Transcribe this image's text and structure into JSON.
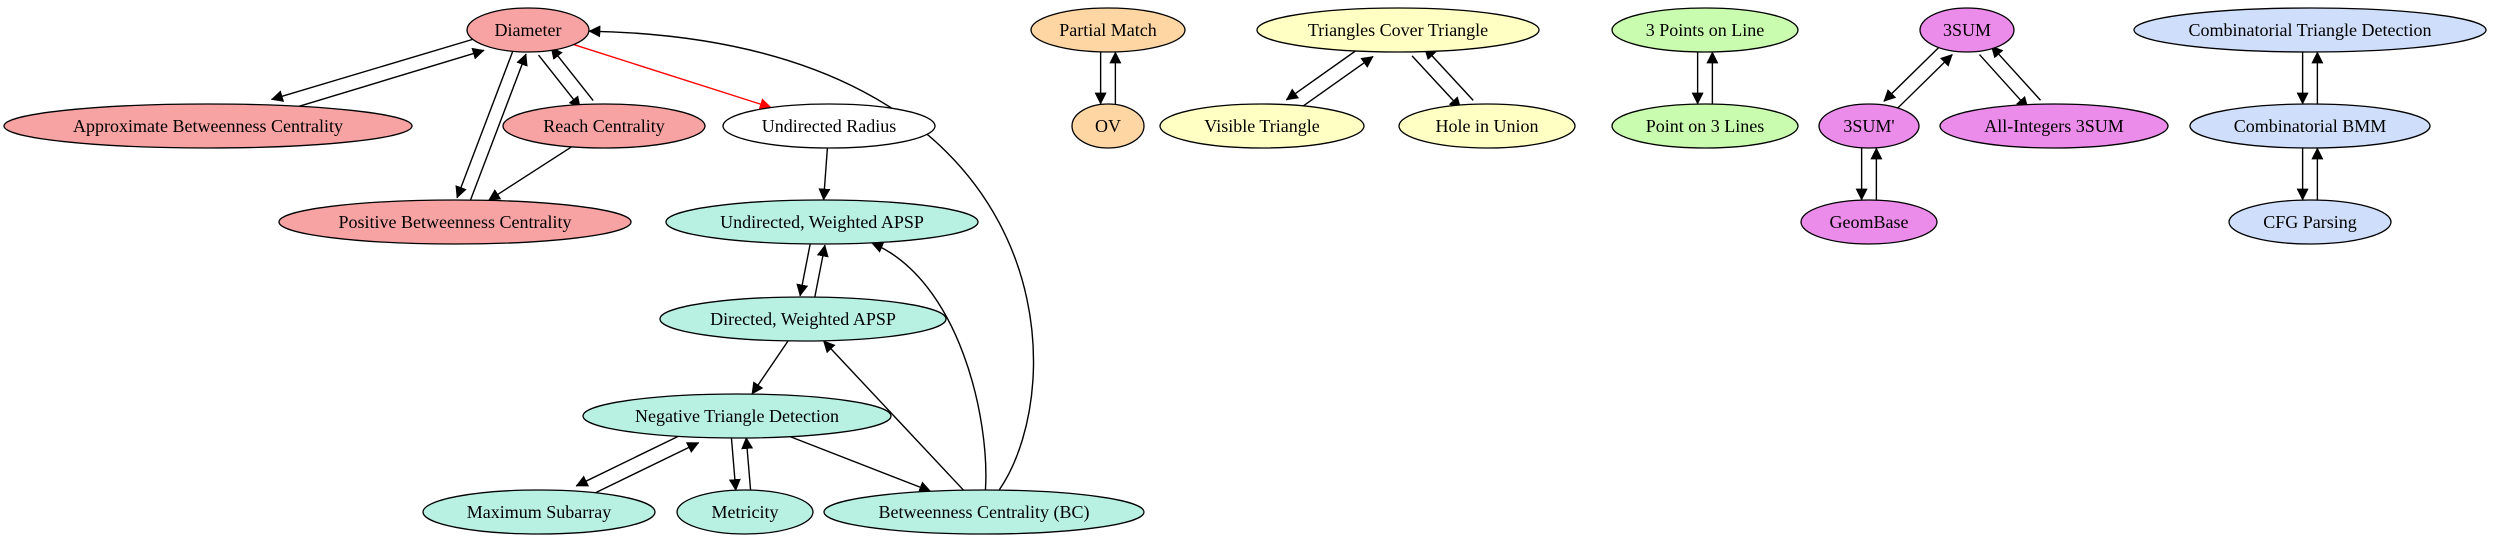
{
  "palette": {
    "red": "#f7a3a3",
    "teal": "#b8f0e2",
    "orange": "#fdd6a3",
    "yellow": "#ffffc4",
    "green": "#c9fcaf",
    "magenta": "#eb8ceb",
    "blue": "#cfdffb",
    "white": "#ffffff",
    "edge_black": "#000000",
    "edge_red": "#ff0000"
  },
  "nodes": [
    {
      "id": "diameter",
      "label": "Diameter",
      "color": "red"
    },
    {
      "id": "approx_bc",
      "label": "Approximate Betweenness Centrality",
      "color": "red"
    },
    {
      "id": "reach",
      "label": "Reach Centrality",
      "color": "red"
    },
    {
      "id": "positive_bc",
      "label": "Positive Betweenness Centrality",
      "color": "red"
    },
    {
      "id": "undirected_radius",
      "label": "Undirected Radius",
      "color": "white"
    },
    {
      "id": "uw_apsp",
      "label": "Undirected, Weighted APSP",
      "color": "teal"
    },
    {
      "id": "dw_apsp",
      "label": "Directed, Weighted APSP",
      "color": "teal"
    },
    {
      "id": "neg_tri",
      "label": "Negative Triangle Detection",
      "color": "teal"
    },
    {
      "id": "max_subarray",
      "label": "Maximum Subarray",
      "color": "teal"
    },
    {
      "id": "metricity",
      "label": "Metricity",
      "color": "teal"
    },
    {
      "id": "bc",
      "label": "Betweenness Centrality (BC)",
      "color": "teal"
    },
    {
      "id": "partial_match",
      "label": "Partial Match",
      "color": "orange"
    },
    {
      "id": "ov",
      "label": "OV",
      "color": "orange"
    },
    {
      "id": "tri_cover",
      "label": "Triangles Cover Triangle",
      "color": "yellow"
    },
    {
      "id": "visible_tri",
      "label": "Visible Triangle",
      "color": "yellow"
    },
    {
      "id": "hole_union",
      "label": "Hole in Union",
      "color": "yellow"
    },
    {
      "id": "three_points",
      "label": "3 Points on Line",
      "color": "green"
    },
    {
      "id": "point_three",
      "label": "Point on 3 Lines",
      "color": "green"
    },
    {
      "id": "threesum",
      "label": "3SUM",
      "color": "magenta"
    },
    {
      "id": "threesum_p",
      "label": "3SUM'",
      "color": "magenta"
    },
    {
      "id": "all_int",
      "label": "All-Integers 3SUM",
      "color": "magenta"
    },
    {
      "id": "geombase",
      "label": "GeomBase",
      "color": "magenta"
    },
    {
      "id": "comb_tri",
      "label": "Combinatorial Triangle Detection",
      "color": "blue"
    },
    {
      "id": "comb_bmm",
      "label": "Combinatorial BMM",
      "color": "blue"
    },
    {
      "id": "cfg",
      "label": "CFG Parsing",
      "color": "blue"
    }
  ],
  "edges": [
    {
      "from": "diameter",
      "to": "approx_bc"
    },
    {
      "from": "approx_bc",
      "to": "diameter"
    },
    {
      "from": "diameter",
      "to": "reach"
    },
    {
      "from": "reach",
      "to": "diameter"
    },
    {
      "from": "diameter",
      "to": "positive_bc"
    },
    {
      "from": "positive_bc",
      "to": "diameter"
    },
    {
      "from": "reach",
      "to": "positive_bc"
    },
    {
      "from": "diameter",
      "to": "undirected_radius",
      "color": "edge_red"
    },
    {
      "from": "undirected_radius",
      "to": "uw_apsp"
    },
    {
      "from": "uw_apsp",
      "to": "dw_apsp"
    },
    {
      "from": "dw_apsp",
      "to": "uw_apsp"
    },
    {
      "from": "dw_apsp",
      "to": "neg_tri"
    },
    {
      "from": "neg_tri",
      "to": "max_subarray"
    },
    {
      "from": "max_subarray",
      "to": "neg_tri"
    },
    {
      "from": "neg_tri",
      "to": "metricity"
    },
    {
      "from": "metricity",
      "to": "neg_tri"
    },
    {
      "from": "neg_tri",
      "to": "bc"
    },
    {
      "from": "bc",
      "to": "dw_apsp"
    },
    {
      "from": "bc",
      "to": "uw_apsp"
    },
    {
      "from": "bc",
      "to": "diameter"
    },
    {
      "from": "partial_match",
      "to": "ov"
    },
    {
      "from": "ov",
      "to": "partial_match"
    },
    {
      "from": "tri_cover",
      "to": "visible_tri"
    },
    {
      "from": "visible_tri",
      "to": "tri_cover"
    },
    {
      "from": "tri_cover",
      "to": "hole_union"
    },
    {
      "from": "hole_union",
      "to": "tri_cover"
    },
    {
      "from": "three_points",
      "to": "point_three"
    },
    {
      "from": "point_three",
      "to": "three_points"
    },
    {
      "from": "threesum",
      "to": "threesum_p"
    },
    {
      "from": "threesum_p",
      "to": "threesum"
    },
    {
      "from": "threesum",
      "to": "all_int"
    },
    {
      "from": "all_int",
      "to": "threesum"
    },
    {
      "from": "threesum_p",
      "to": "geombase"
    },
    {
      "from": "geombase",
      "to": "threesum_p"
    },
    {
      "from": "comb_tri",
      "to": "comb_bmm"
    },
    {
      "from": "comb_bmm",
      "to": "comb_tri"
    },
    {
      "from": "comb_bmm",
      "to": "cfg"
    },
    {
      "from": "cfg",
      "to": "comb_bmm"
    }
  ]
}
